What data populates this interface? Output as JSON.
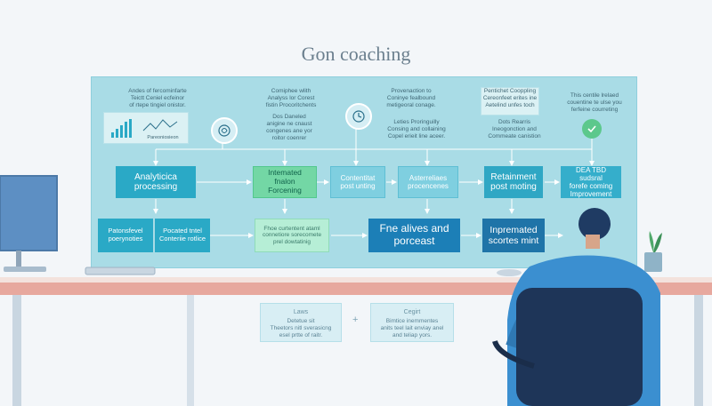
{
  "title": "Gon coaching",
  "notes": {
    "n1": "Andes of fercominfarte\nTeictt Ceniel ecfeinor\nof rtepe tingiel onistor.",
    "n2": "Comiphee wlith\nAnalyss lor Corest\nfistin Procoritchents",
    "n3": "Provenaction to\nConinye fealbound\nmetigeoral conage.",
    "n4": "Pentichet Cooppling\nCereonfeet erites ine\nAetelind unfes toch",
    "n5": "This centile lrelaed\ncouentine te ulse you\nferfeine courreting",
    "n6": "Dos Daneled\nanigine ne cnaust\ncongenes ane yor\nroitor coenrer",
    "n7": "Leties Proringuilly\nConsing and collaining\nCopel erieit line aceer.",
    "n8": "Dots Rearris\nIneogonction and\nCommeate canistion"
  },
  "mini_chart_label": "Pareoniosieon",
  "row1": {
    "a": "Analyticica\nprocessing",
    "b": "Intemated\nfnalon Forcening",
    "c": "Contentitat\npost unting",
    "d": "Asterreliaes\nprocencenes",
    "e": "Retainment\npost moting",
    "f": "DEA TBD sudsral\nforefe coming\nImprovement"
  },
  "row2": {
    "a": "Patonsfevel\npoerynoties",
    "b": "Pocated tntel\nConteriie rotlice",
    "c": "Fhoe curtentent ataml\nconnetiore sorecomete\nprel dowtatinig",
    "d": "Fne alives and\nporceast",
    "e": "Inpremated\nscortes mint"
  },
  "plus": "+",
  "cards": {
    "c1_title": "Laws",
    "c1_body": "Detetue sit\nTheetors nitl sverasicng\nesel prtte of raitr.",
    "c2_title": "Cegirt",
    "c2_body": "Bimtice inemmentes\nanits teel lait enviay anel\nand teliap yors."
  },
  "colors": {
    "board": "#a9dce6",
    "primary_box": "#2aa9c6",
    "green_box": "#73d7a5",
    "dark_box": "#1c7fb7",
    "desk": "#e7a89e"
  },
  "icons": [
    "brain-icon",
    "clock-icon",
    "check-icon",
    "bar-chart-icon",
    "line-chart-icon"
  ]
}
